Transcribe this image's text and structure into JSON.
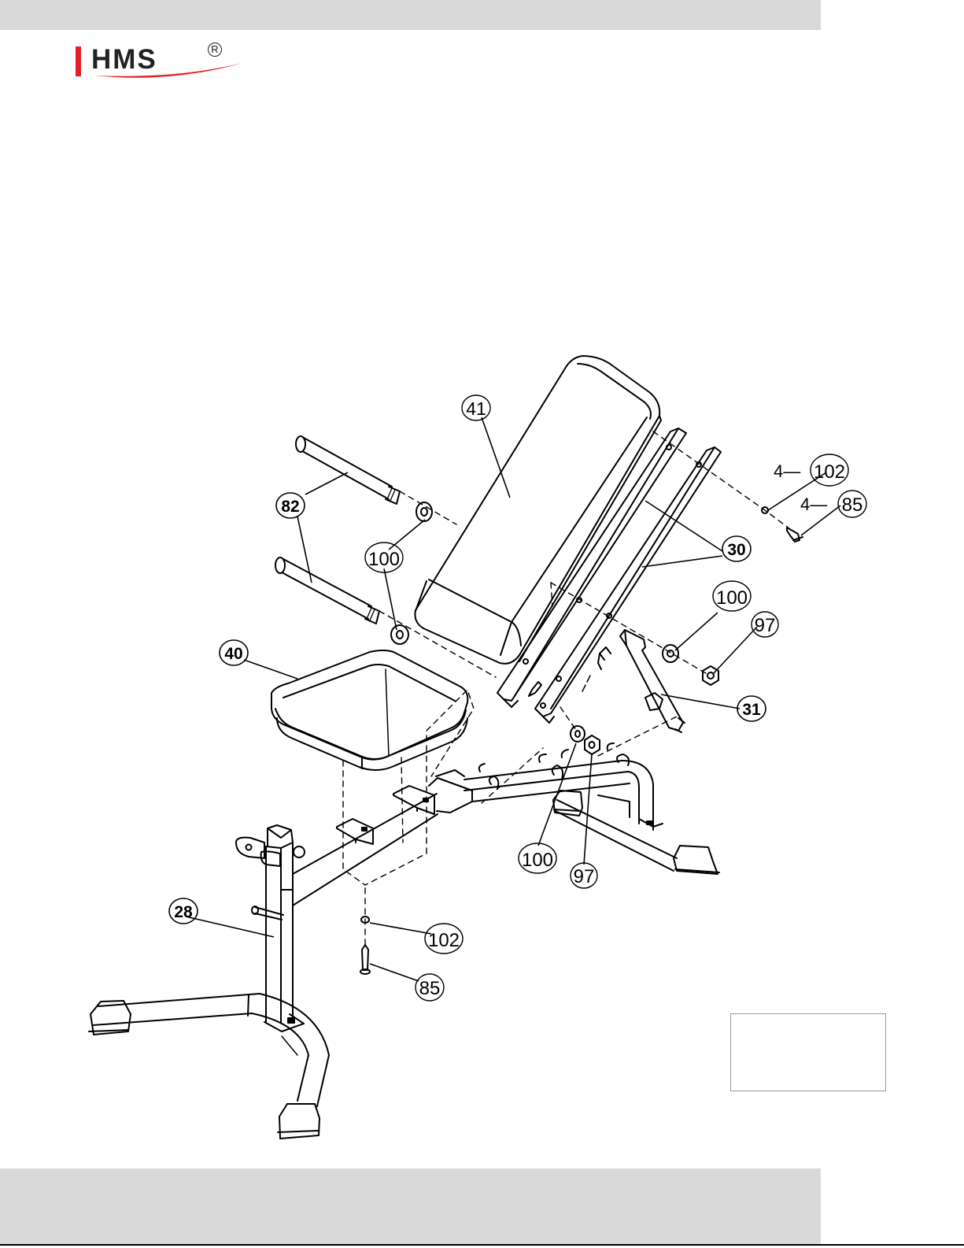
{
  "brand": {
    "name": "HMS",
    "registered_mark": "R",
    "accent_color": "#e41f26"
  },
  "parts": [
    {
      "id": "p41",
      "label": "41",
      "bold": false
    },
    {
      "id": "p82",
      "label": "82",
      "bold": true
    },
    {
      "id": "p100a",
      "label": "100",
      "bold": false
    },
    {
      "id": "p30",
      "label": "30",
      "bold": true
    },
    {
      "id": "p102a",
      "label": "102",
      "prefix": "4—",
      "bold": false
    },
    {
      "id": "p85a",
      "label": "85",
      "prefix": "4—",
      "bold": false
    },
    {
      "id": "p100b",
      "label": "100",
      "bold": false
    },
    {
      "id": "p97a",
      "label": "97",
      "bold": false
    },
    {
      "id": "p40",
      "label": "40",
      "bold": true
    },
    {
      "id": "p31",
      "label": "31",
      "bold": true
    },
    {
      "id": "p100c",
      "label": "100",
      "bold": false
    },
    {
      "id": "p97b",
      "label": "97",
      "bold": false
    },
    {
      "id": "p28",
      "label": "28",
      "bold": true
    },
    {
      "id": "p102b",
      "label": "102",
      "bold": false
    },
    {
      "id": "p85b",
      "label": "85",
      "bold": false
    }
  ]
}
